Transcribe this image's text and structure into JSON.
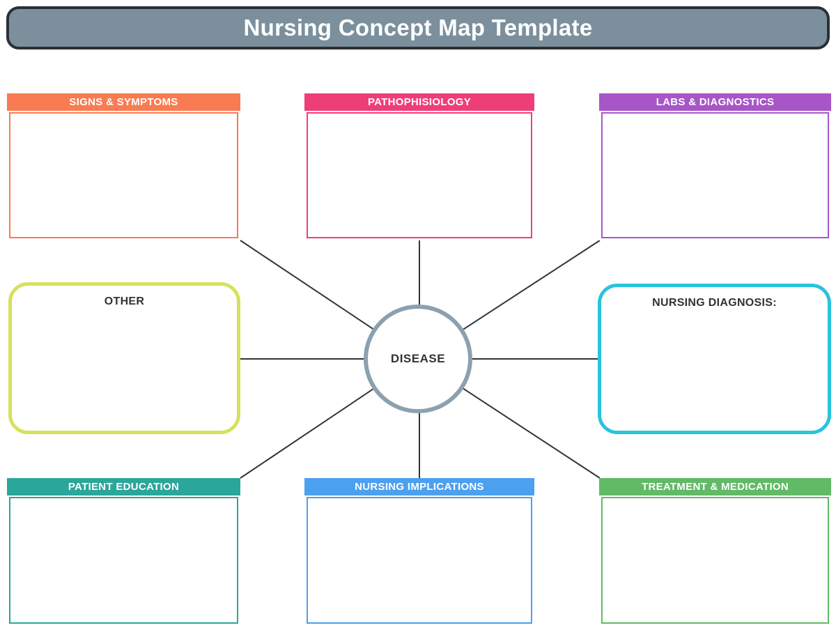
{
  "title": "Nursing Concept Map Template",
  "title_bar": {
    "fill": "#7B909C",
    "border": "#2B3036",
    "text_color": "#FFFFFF"
  },
  "connector_color": "#2F3438",
  "center": {
    "label": "DISEASE",
    "border_color": "#8CA1AF",
    "fill": "#FFFFFF",
    "text_color": "#2F3438"
  },
  "boxes": [
    {
      "id": "signs-symptoms",
      "label": "SIGNS & SYMPTOMS",
      "color": "#F97B51",
      "variant": "titled"
    },
    {
      "id": "pathophisiology",
      "label": "PATHOPHISIOLOGY",
      "color": "#EE3E78",
      "variant": "titled"
    },
    {
      "id": "labs-diagnostics",
      "label": "LABS & DIAGNOSTICS",
      "color": "#A855C8",
      "variant": "titled"
    },
    {
      "id": "other",
      "label": "OTHER",
      "color": "#D6E15B",
      "variant": "rounded-outline"
    },
    {
      "id": "nursing-diagnosis",
      "label": "NURSING DIAGNOSIS:",
      "color": "#29C3DC",
      "variant": "rounded-outline"
    },
    {
      "id": "patient-education",
      "label": "PATIENT EDUCATION",
      "color": "#2BA69A",
      "variant": "titled"
    },
    {
      "id": "nursing-implications",
      "label": "NURSING IMPLICATIONS",
      "color": "#4BA0F0",
      "variant": "titled"
    },
    {
      "id": "treatment-medication",
      "label": "TREATMENT & MEDICATION",
      "color": "#61BA66",
      "variant": "titled"
    }
  ]
}
